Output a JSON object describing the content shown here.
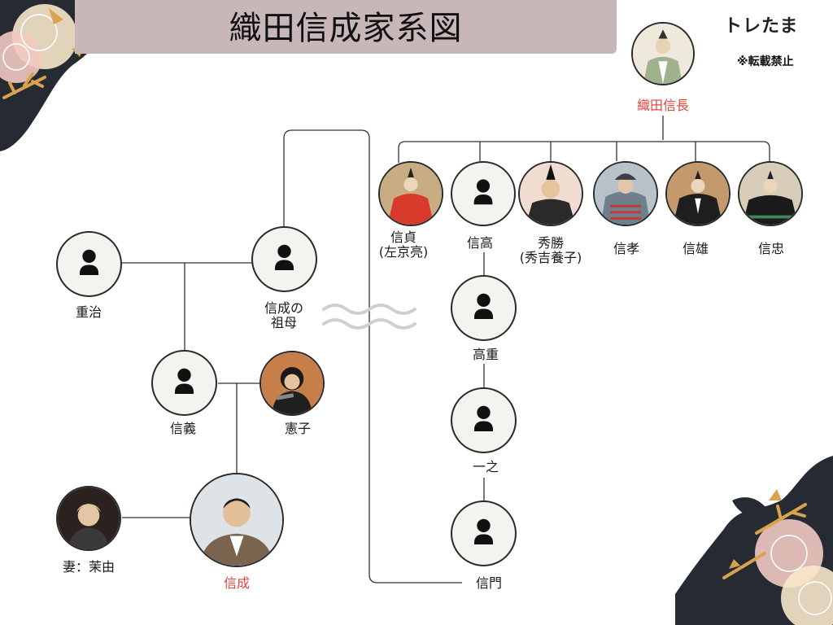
{
  "title": "織田信成家系図",
  "brand": "トレたま",
  "notice": "※転載禁止",
  "colors": {
    "title_band": "#c8b7b8",
    "highlight_name": "#e0443c",
    "line": "#333333",
    "deco_dark": "#262b33",
    "deco_gold": "#d9a24e",
    "deco_pink": "#f2c9c2"
  },
  "people": {
    "nobunaga": {
      "name": "織田信長",
      "icon": "samurai-portrait-icon"
    },
    "nobusada": {
      "name_line1": "信貞",
      "name_line2": "(左京亮)",
      "icon": "red-robed-samurai-portrait-icon"
    },
    "nobutaka_a": {
      "name": "信高",
      "icon": "person-silhouette-icon"
    },
    "hidekatsu": {
      "name_line1": "秀勝",
      "name_line2": "(秀吉養子)",
      "icon": "court-noble-portrait-icon"
    },
    "nobutaka_b": {
      "name": "信孝",
      "icon": "armored-samurai-portrait-icon"
    },
    "nobukatsu": {
      "name": "信雄",
      "icon": "black-robed-samurai-portrait-icon"
    },
    "nobutada": {
      "name": "信忠",
      "icon": "seated-samurai-portrait-icon"
    },
    "shigeharu": {
      "name": "重治",
      "icon": "person-silhouette-icon"
    },
    "grandmother": {
      "name_line1": "信成の",
      "name_line2": "祖母",
      "icon": "person-silhouette-icon"
    },
    "nobuyoshi": {
      "name": "信義",
      "icon": "person-silhouette-icon"
    },
    "noriko": {
      "name": "憲子",
      "icon": "woman-photo-icon"
    },
    "nobunari": {
      "name": "信成",
      "icon": "man-photo-icon"
    },
    "wife": {
      "name": "妻：茉由",
      "icon": "woman-photo-icon"
    },
    "takashige": {
      "name": "高重",
      "icon": "person-silhouette-icon"
    },
    "kazuyuki": {
      "name": "一之",
      "icon": "person-silhouette-icon"
    },
    "nobukado": {
      "name": "信門",
      "icon": "person-silhouette-icon"
    }
  }
}
